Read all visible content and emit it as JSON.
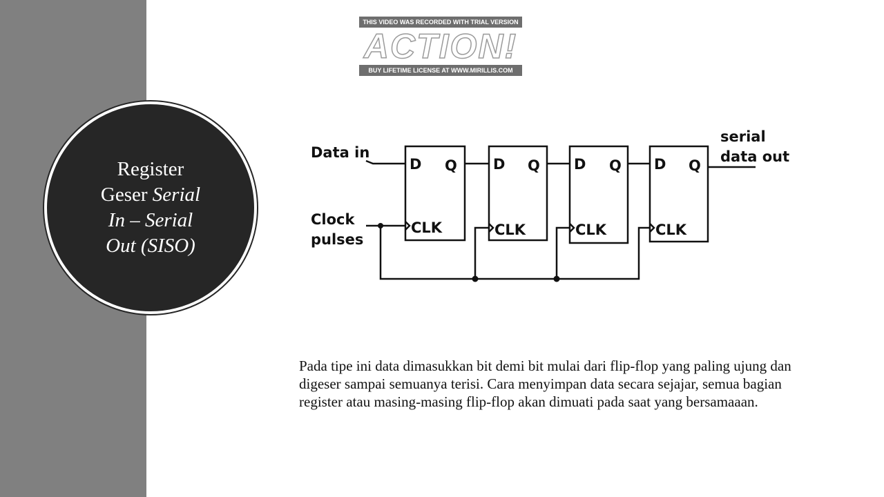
{
  "watermark": {
    "top_text": "THIS VIDEO WAS RECORDED WITH TRIAL VERSION",
    "logo_text": "ACTION!",
    "bottom_text": "BUY LIFETIME LICENSE AT WWW.MIRILLIS.COM"
  },
  "title": {
    "line1": "Register",
    "line2_plain": "Geser",
    "line2_italic": "Serial",
    "line3": "In – Serial",
    "line4": "Out (SISO)"
  },
  "diagram": {
    "data_in_label": "Data in",
    "clock_label_1": "Clock",
    "clock_label_2": "pulses",
    "output_label_1": "serial",
    "output_label_2": "data out",
    "ff_d": "D",
    "ff_q": "Q",
    "ff_clk": "CLK"
  },
  "description": "Pada  tipe ini data dimasukkan bit demi bit mulai dari flip-flop yang paling ujung dan digeser sampai semuanya terisi. Cara menyimpan data secara sejajar, semua bagian register atau masing-masing flip-flop akan dimuati pada saat yang bersamaaan."
}
